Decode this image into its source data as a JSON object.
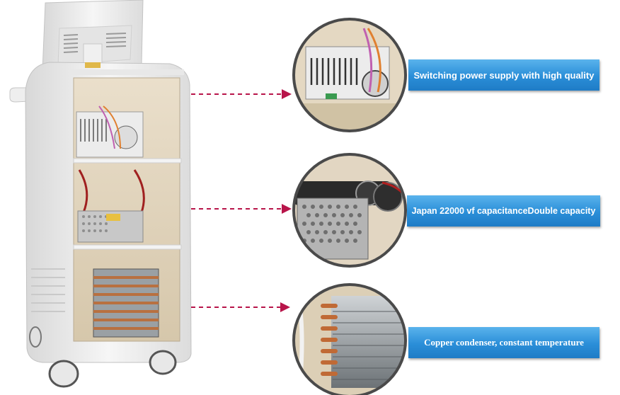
{
  "callouts": [
    {
      "text": "Switching power supply with high quality"
    },
    {
      "text": "Japan 22000 vf capacitanceDouble capacity"
    },
    {
      "text": "Copper condenser, constant temperature"
    }
  ],
  "colors": {
    "callout_blue": "#2a8ed8",
    "arrow_red": "#b8154a",
    "machine_white": "#ececec",
    "cabinet_interior": "#e2d6c0"
  },
  "icons": [
    "arrow-right-icon"
  ]
}
